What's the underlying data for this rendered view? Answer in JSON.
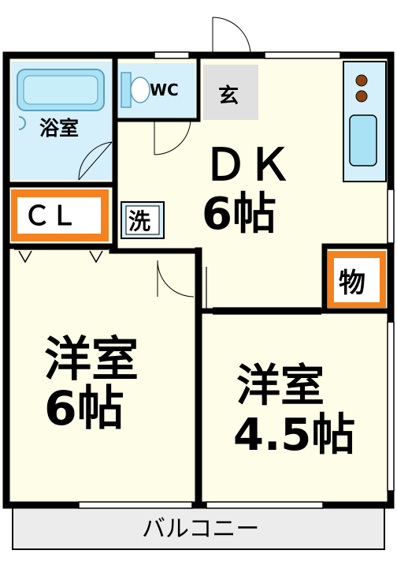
{
  "floorplan": {
    "colors": {
      "wall": "#000000",
      "floor": "#fdfde8",
      "wet_area": "#d6f0fb",
      "fixture_blue": "#a9e2f5",
      "storage_orange": "#f5821f",
      "entrance_gray": "#e0e0e0",
      "balcony_gray": "#ececec",
      "stove_brown": "#8b4513"
    },
    "rooms": {
      "bath": {
        "label": "浴室"
      },
      "toilet": {
        "label": "WC"
      },
      "entrance": {
        "label": "玄"
      },
      "dk": {
        "label": "ＤＫ",
        "size": "6帖"
      },
      "closet": {
        "label": "ＣＬ"
      },
      "washer": {
        "label": "洗"
      },
      "storage": {
        "label": "物"
      },
      "western_left": {
        "label": "洋室",
        "size": "6帖"
      },
      "western_right": {
        "label": "洋室",
        "size": "4.5帖"
      },
      "balcony": {
        "label": "バルコニー"
      }
    }
  }
}
